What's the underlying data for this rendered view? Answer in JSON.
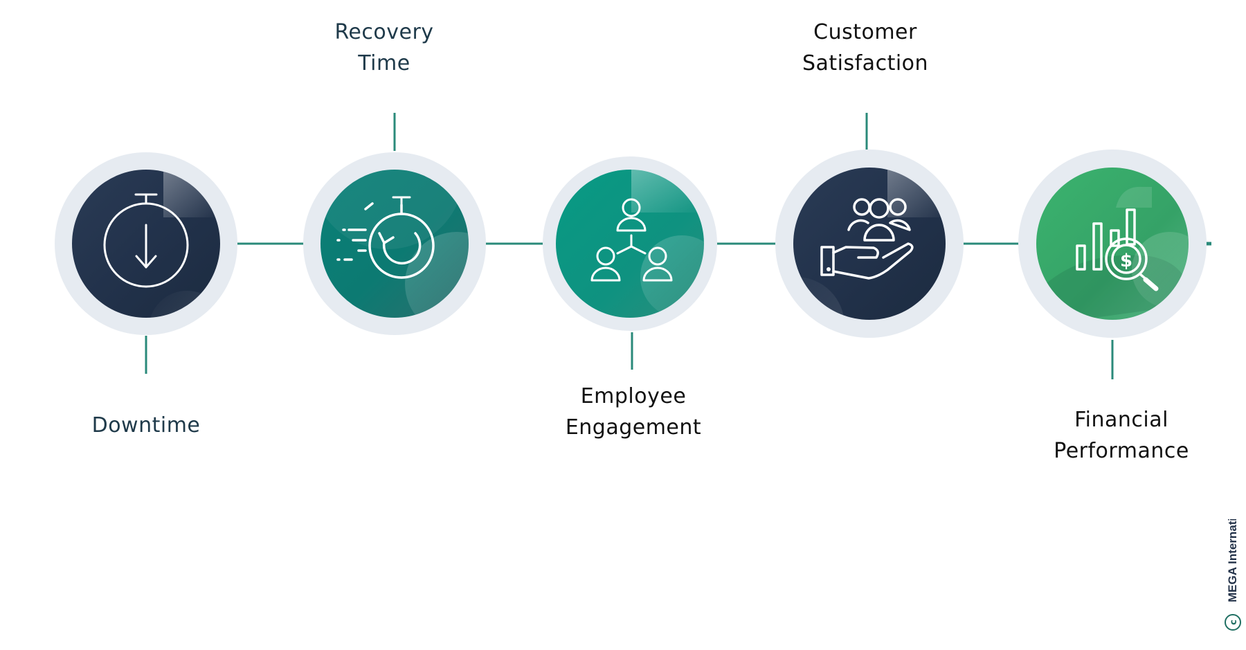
{
  "diagram": {
    "items": [
      {
        "id": "downtime",
        "lines": [
          "Downtime"
        ],
        "label_color": "#1f3a4a",
        "theme": "navy",
        "icon": "stopwatch-down-arrow-icon"
      },
      {
        "id": "recovery-time",
        "lines": [
          "Recovery",
          "Time"
        ],
        "label_color": "#1f3a4a",
        "theme": "teal",
        "icon": "fast-timer-icon"
      },
      {
        "id": "employee-engagement",
        "lines": [
          "Employee",
          "Engagement"
        ],
        "label_color": "#111111",
        "theme": "green-teal",
        "icon": "team-network-icon"
      },
      {
        "id": "customer-satisfaction",
        "lines": [
          "Customer",
          "Satisfaction"
        ],
        "label_color": "#111111",
        "theme": "navy",
        "icon": "hand-holding-people-icon"
      },
      {
        "id": "financial-performance",
        "lines": [
          "Financial",
          "Performance"
        ],
        "label_color": "#111111",
        "theme": "green",
        "icon": "chart-dollar-magnifier-icon"
      }
    ],
    "colors": {
      "connector": "#2a8a7a",
      "ring": "#e6ebf1",
      "navy": "#22324b",
      "teal": "#0c7f76",
      "green_teal": "#0f9a84",
      "green": "#3aa86c"
    }
  },
  "watermark": {
    "text": "MEGA International",
    "symbol": "c"
  }
}
